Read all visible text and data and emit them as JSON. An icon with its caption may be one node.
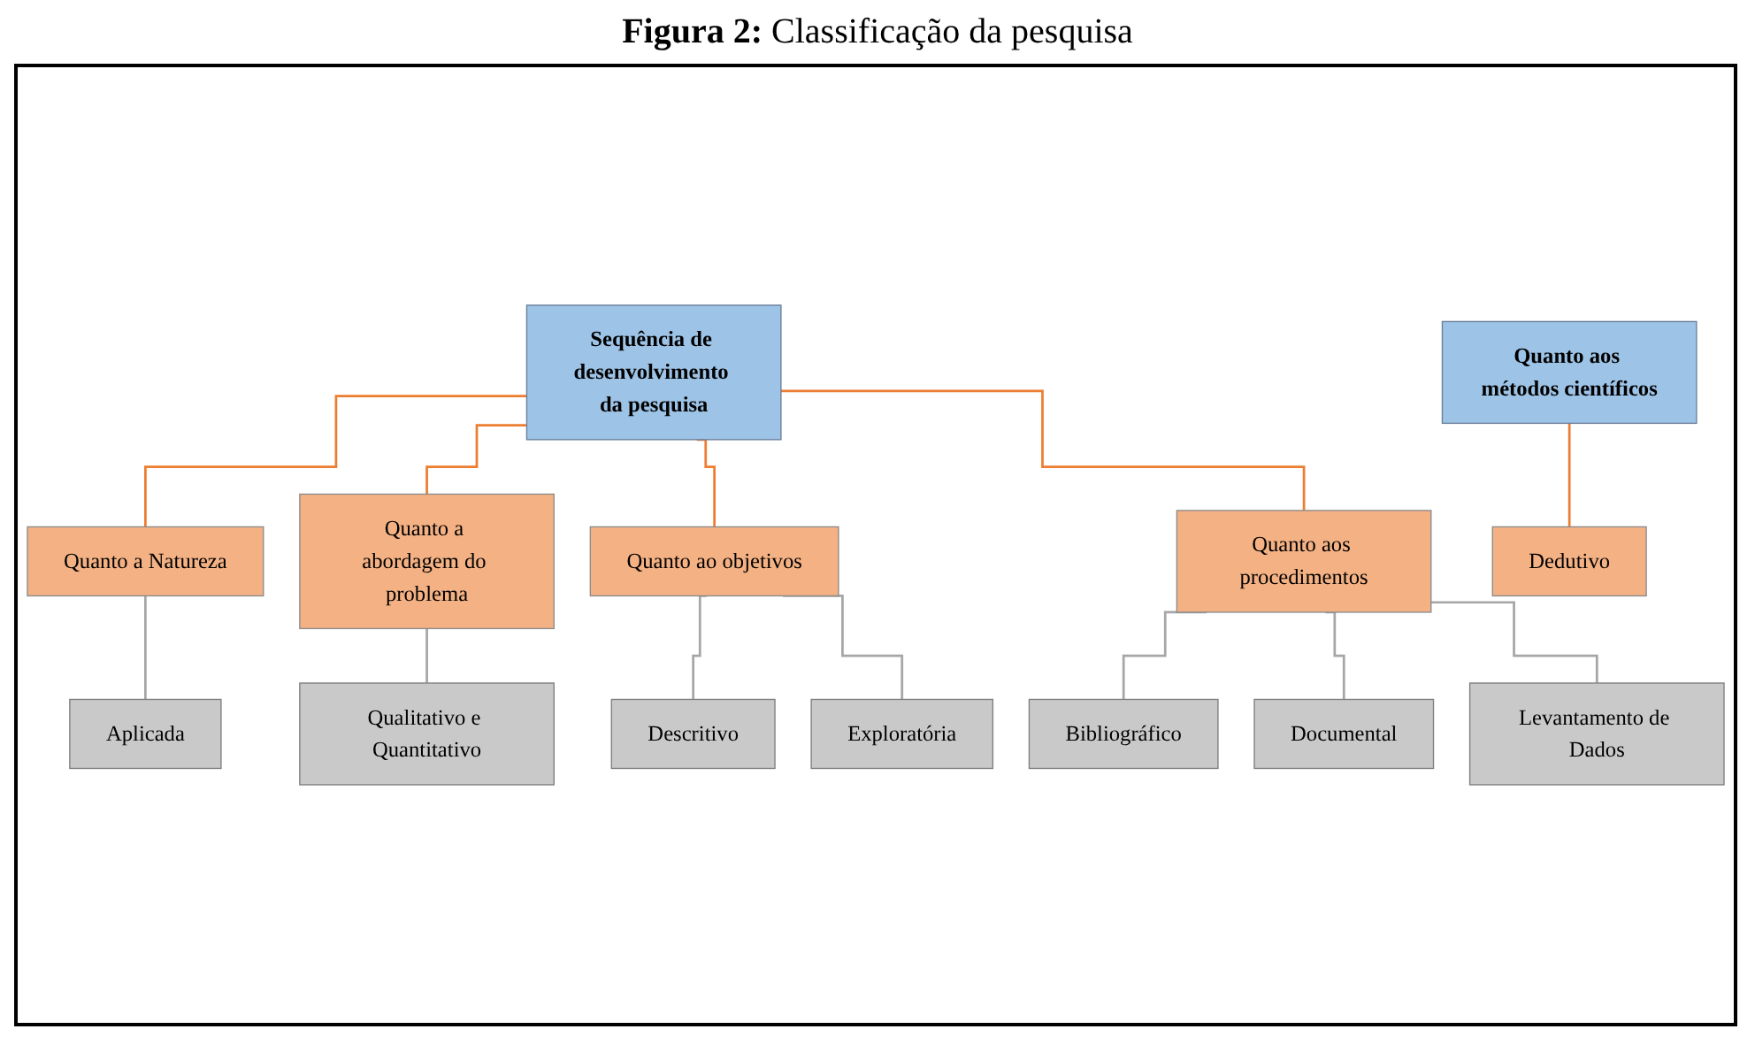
{
  "diagram": {
    "title": "**Figura 2:** Classificação da pesquisa",
    "nodes": [
      {
        "text": [
          "Sequência de desenvolvimento da pesquisa"
        ]
      },
      {
        "text": [
          "Quanto aos métodos científicos"
        ]
      },
      {
        "text": [
          "Quanto a Natureza"
        ]
      },
      {
        "text": [
          "Quanto a abordagem do problema"
        ]
      },
      {
        "text": [
          "Quanto ao objetivos"
        ]
      },
      {
        "text": [
          "Quanto aos procedimentos"
        ]
      },
      {
        "text": [
          "Dedutivo"
        ]
      },
      {
        "text": [
          "Aplicada"
        ]
      },
      {
        "text": [
          "Qualitativo e Quantitativo"
        ]
      },
      {
        "text": [
          "Descritivo"
        ]
      },
      {
        "text": [
          "Exploratória"
        ]
      },
      {
        "text": [
          "Bibliográfico"
        ]
      },
      {
        "text": [
          "Documental"
        ]
      },
      {
        "text": [
          "Levantamento de Dados"
        ]
      }
    ],
    "edges": [
      {
        "from": 0,
        "to": 2,
        "arrow": "none",
        "color": "#ed7d31"
      },
      {
        "from": 0,
        "to": 3,
        "arrow": "none",
        "color": "#ed7d31"
      },
      {
        "from": 0,
        "to": 4,
        "arrow": "none",
        "color": "#ed7d31"
      },
      {
        "from": 0,
        "to": 5,
        "arrow": "none",
        "color": "#ed7d31"
      },
      {
        "from": 1,
        "to": 6,
        "arrow": "none",
        "color": "#ed7d31"
      },
      {
        "from": 2,
        "to": 7,
        "arrow": "none"
      },
      {
        "from": 3,
        "to": 8,
        "arrow": "none"
      },
      {
        "from": 4,
        "to": 9,
        "arrow": "none"
      },
      {
        "from": 4,
        "to": 10,
        "arrow": "none"
      },
      {
        "from": 5,
        "to": 11,
        "arrow": "none"
      },
      {
        "from": 5,
        "to": 12,
        "arrow": "none"
      },
      {
        "from": 5,
        "to": 13,
        "arrow": "none"
      }
    ]
  }
}
